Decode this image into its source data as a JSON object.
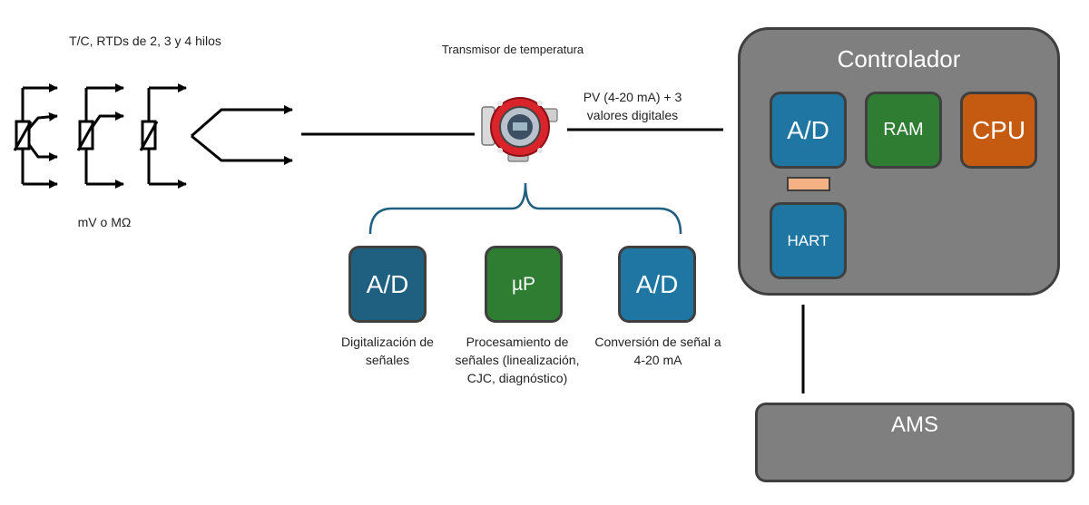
{
  "sensor": {
    "types_label": "T/C, RTDs de 2, 3 y 4 hilos",
    "signal_label": "mV o MΩ"
  },
  "transmitter": {
    "title": "Transmisor de temperatura",
    "output_label": "PV (4-20 mA) + 3 valores digitales",
    "blocks": [
      {
        "label": "A/D",
        "caption": "Digitalización de señales",
        "color": "#1f5f80"
      },
      {
        "label": "µP",
        "caption": "Procesamiento de señales (linealización, CJC, diagnóstico)",
        "color": "#2e7d32"
      },
      {
        "label": "A/D",
        "caption": "Conversión de señal a 4-20 mA",
        "color": "#1f76a3"
      }
    ]
  },
  "controller": {
    "title": "Controlador",
    "modules": [
      {
        "label": "A/D",
        "color": "#1f76a3"
      },
      {
        "label": "RAM",
        "color": "#2e7d32"
      },
      {
        "label": "CPU",
        "color": "#c55a11"
      },
      {
        "label": "HART",
        "color": "#1f76a3"
      }
    ],
    "bridge_color": "#f4b183"
  },
  "ams": {
    "label": "AMS"
  }
}
